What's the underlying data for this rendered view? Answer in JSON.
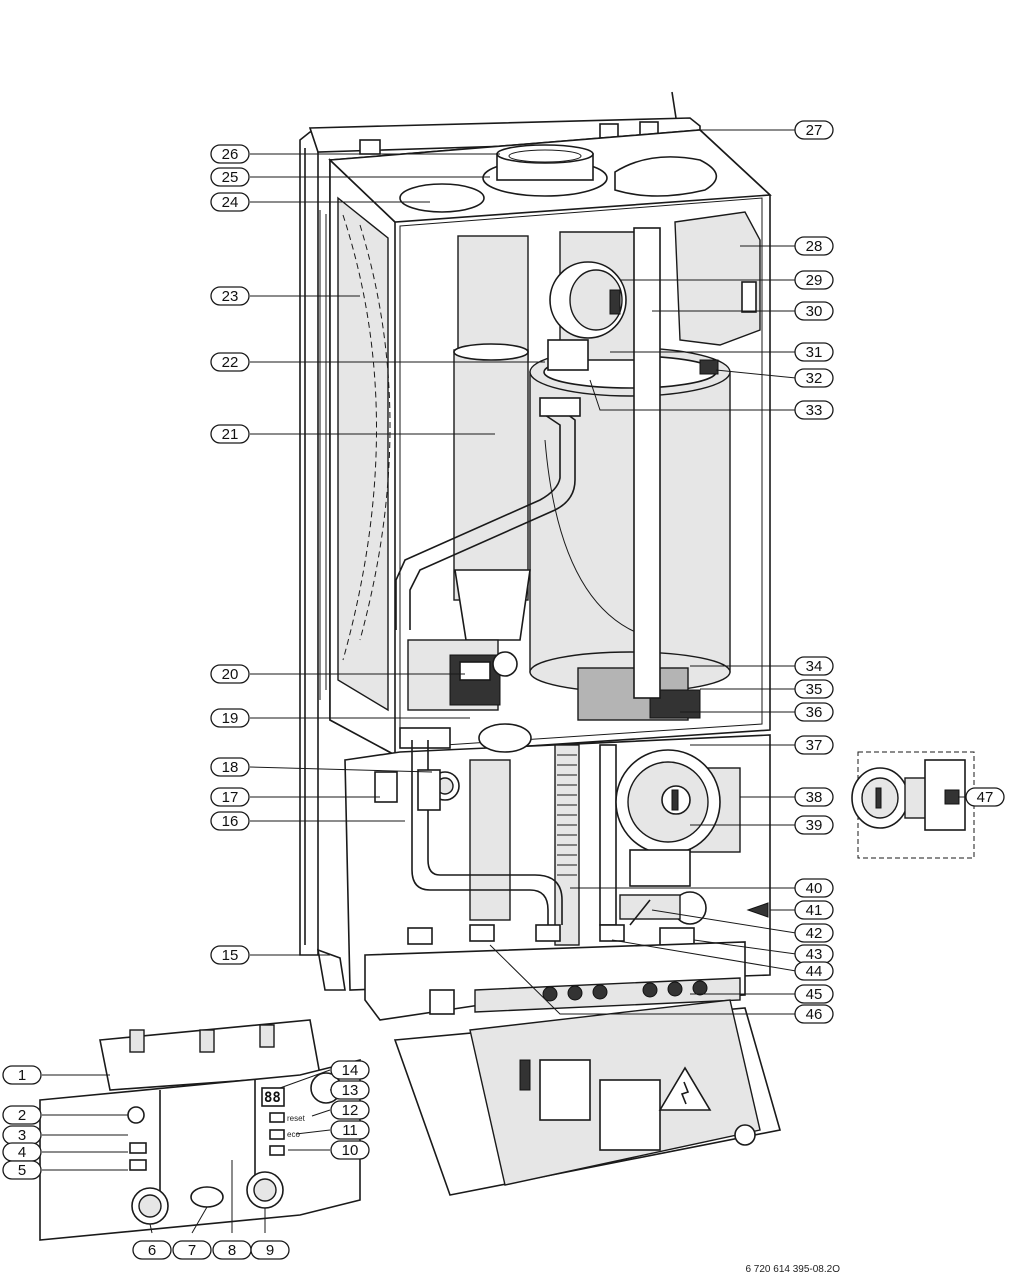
{
  "diagram": {
    "callouts": [
      "1",
      "2",
      "3",
      "4",
      "5",
      "6",
      "7",
      "8",
      "9",
      "10",
      "11",
      "12",
      "13",
      "14",
      "15",
      "16",
      "17",
      "18",
      "19",
      "20",
      "21",
      "22",
      "23",
      "24",
      "25",
      "26",
      "27",
      "28",
      "29",
      "30",
      "31",
      "32",
      "33",
      "34",
      "35",
      "36",
      "37",
      "38",
      "39",
      "40",
      "41",
      "42",
      "43",
      "44",
      "45",
      "46",
      "47"
    ],
    "panel": {
      "display": "88",
      "buttons": [
        "reset",
        "eco"
      ]
    },
    "document_ref": "6 720 614 395-08.2O"
  }
}
